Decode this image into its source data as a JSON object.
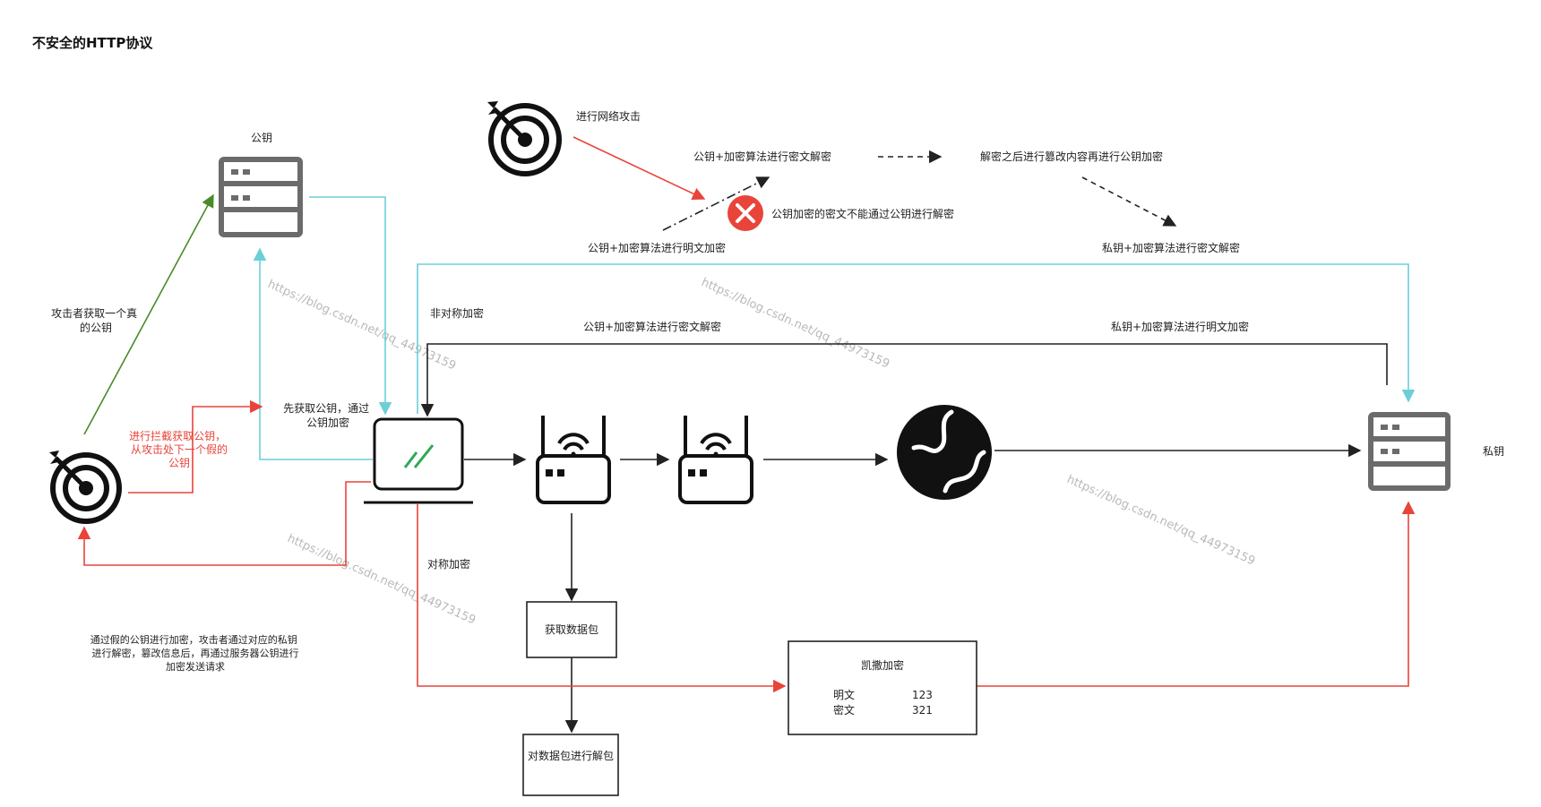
{
  "title": "不安全的HTTP协议",
  "nodes": {
    "public_key_server": "公钥",
    "private_key_server": "私钥",
    "attacker_top": "进行网络攻击",
    "packet_capture": "获取数据包",
    "packet_unpack": "对数据包进行解包"
  },
  "labels": {
    "attacker_gets_real_key": "攻击者获取一个真的公钥",
    "intercept_and_fake": "进行拦截获取公钥，从攻击处下一个假的公钥",
    "get_key_first": "先获取公钥，通过公钥加密",
    "pubkey_decrypt_attempt": "公钥+加密算法进行密文解密",
    "tamper_then_encrypt": "解密之后进行篡改内容再进行公钥加密",
    "cannot_decrypt": "公钥加密的密文不能通过公钥进行解密",
    "pubkey_encrypt_plain": "公钥+加密算法进行明文加密",
    "privkey_decrypt": "私钥+加密算法进行密文解密",
    "asymmetric": "非对称加密",
    "pubkey_decrypt_cipher": "公钥+加密算法进行密文解密",
    "privkey_encrypt_plain": "私钥+加密算法进行明文加密",
    "symmetric": "对称加密",
    "fake_key_note": "通过假的公钥进行加密，攻击者通过对应的私钥进行解密，篡改信息后，再通过服务器公钥进行加密发送请求"
  },
  "caesar": {
    "title": "凯撒加密",
    "plain_label": "明文",
    "plain_value": "123",
    "cipher_label": "密文",
    "cipher_value": "321"
  },
  "watermark": "https://blog.csdn.net/qq_44973159",
  "colors": {
    "red": "#e8443a",
    "cyan": "#6ccfd8",
    "green": "#4a8a2a",
    "dark": "#222222",
    "grey_icon": "#6b6b6b",
    "laptop_accent": "#2eaa55"
  }
}
